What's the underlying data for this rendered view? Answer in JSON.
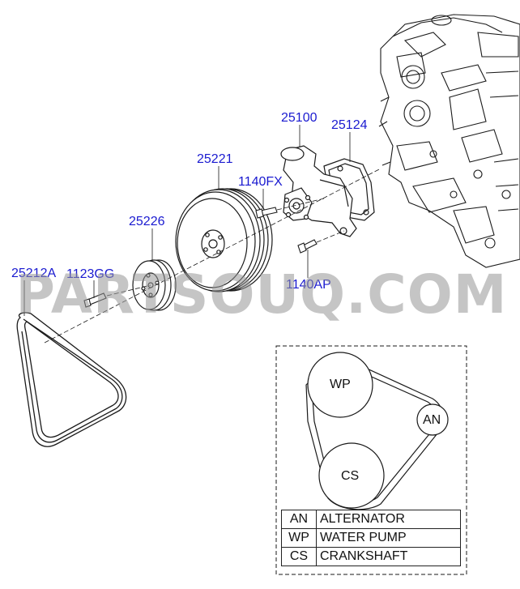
{
  "callouts": {
    "belt": "25212A",
    "bolt_small": "1123GG",
    "idler_pulley": "25226",
    "crank_pulley": "25221",
    "bolt_pump": "1140FX",
    "water_pump": "25100",
    "gasket": "25124",
    "bolt_lower": "1140AP"
  },
  "watermark": "PARTSOUQ.COM",
  "inset": {
    "pulleys": {
      "wp": "WP",
      "an": "AN",
      "cs": "CS"
    },
    "legend": [
      {
        "code": "AN",
        "name": "ALTERNATOR"
      },
      {
        "code": "WP",
        "name": "WATER PUMP"
      },
      {
        "code": "CS",
        "name": "CRANKSHAFT"
      }
    ]
  },
  "colors": {
    "callout": "#1a1ad0",
    "line": "#1a1a1a",
    "watermark": "#969696"
  }
}
